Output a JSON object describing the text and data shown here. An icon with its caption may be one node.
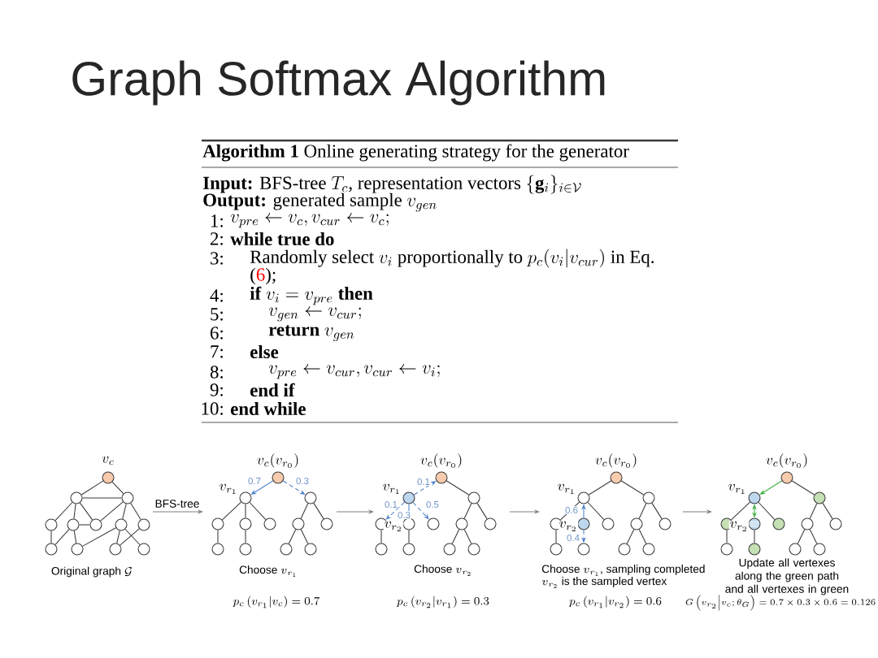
{
  "diagram": {
    "title": "Graph Softmax Algorithm",
    "nodes": [
      {
        "text": [],
        "shape": "circle",
        "beside": [
          "v_c"
        ]
      },
      {
        "text": [],
        "shape": "circle"
      },
      {
        "text": [],
        "shape": "circle"
      },
      {
        "text": [],
        "shape": "circle"
      },
      {
        "text": [],
        "shape": "circle"
      },
      {
        "text": [],
        "shape": "circle"
      },
      {
        "text": [],
        "shape": "circle"
      },
      {
        "text": [],
        "shape": "circle"
      },
      {
        "text": [],
        "shape": "circle"
      },
      {
        "text": [],
        "shape": "circle"
      },
      {
        "text": [],
        "shape": "circle"
      },
      {
        "text": [],
        "shape": "circle"
      },
      {
        "text": [],
        "shape": "circle",
        "beside": [
          "v_c(v_{r_0})"
        ]
      },
      {
        "text": [],
        "shape": "circle",
        "beside": [
          "v_{r_1}"
        ]
      },
      {
        "text": [],
        "shape": "circle"
      },
      {
        "text": [],
        "shape": "circle"
      },
      {
        "text": [],
        "shape": "circle"
      },
      {
        "text": [],
        "shape": "circle"
      },
      {
        "text": [],
        "shape": "circle"
      },
      {
        "text": [],
        "shape": "circle"
      },
      {
        "text": [],
        "shape": "circle"
      },
      {
        "text": [],
        "shape": "circle"
      },
      {
        "text": [],
        "shape": "circle"
      },
      {
        "text": [],
        "shape": "circle"
      },
      {
        "text": [],
        "shape": "circle",
        "beside": [
          "v_c(v_{r_0})"
        ]
      },
      {
        "text": [],
        "shape": "circle",
        "beside": [
          "v_{r_1}"
        ]
      },
      {
        "text": [],
        "shape": "circle"
      },
      {
        "text": [],
        "shape": "circle"
      },
      {
        "text": [],
        "shape": "circle",
        "beside": [
          "v_{r_2}"
        ]
      },
      {
        "text": [],
        "shape": "circle"
      },
      {
        "text": [],
        "shape": "circle"
      },
      {
        "text": [],
        "shape": "circle"
      },
      {
        "text": [],
        "shape": "circle"
      },
      {
        "text": [],
        "shape": "circle"
      },
      {
        "text": [],
        "shape": "circle"
      },
      {
        "text": [],
        "shape": "circle"
      },
      {
        "text": [],
        "shape": "circle",
        "beside": [
          "v_c(v_{r_0})"
        ]
      },
      {
        "text": [],
        "shape": "circle",
        "beside": [
          "v_{r_1}"
        ]
      },
      {
        "text": [],
        "shape": "circle"
      },
      {
        "text": [],
        "shape": "circle"
      },
      {
        "text": [],
        "shape": "circle",
        "beside": [
          "v_{r_2}"
        ]
      },
      {
        "text": [],
        "shape": "circle"
      },
      {
        "text": [],
        "shape": "circle"
      },
      {
        "text": [],
        "shape": "circle"
      },
      {
        "text": [],
        "shape": "circle"
      },
      {
        "text": [],
        "shape": "circle"
      },
      {
        "text": [],
        "shape": "circle"
      },
      {
        "text": [],
        "shape": "circle"
      },
      {
        "text": [],
        "shape": "circle",
        "beside": [
          "v_c(v_{r_0})"
        ]
      },
      {
        "text": [],
        "shape": "circle",
        "beside": [
          "v_{r_1}"
        ]
      },
      {
        "text": [],
        "shape": "circle"
      },
      {
        "text": [],
        "shape": "circle"
      },
      {
        "text": [],
        "shape": "circle",
        "beside": [
          "v_{r_2}"
        ]
      },
      {
        "text": [],
        "shape": "circle"
      },
      {
        "text": [],
        "shape": "circle"
      },
      {
        "text": [],
        "shape": "circle"
      },
      {
        "text": [],
        "shape": "circle"
      },
      {
        "text": [],
        "shape": "circle"
      },
      {
        "text": [],
        "shape": "circle"
      },
      {
        "text": [],
        "shape": "circle"
      }
    ],
    "edges": [
      {
        "from": 0,
        "to": 1,
        "arrow": "none"
      },
      {
        "from": 0,
        "to": 2,
        "arrow": "none"
      },
      {
        "from": 1,
        "to": 2,
        "arrow": "none"
      },
      {
        "from": 1,
        "to": 3,
        "arrow": "none"
      },
      {
        "from": 1,
        "to": 4,
        "arrow": "none"
      },
      {
        "from": 1,
        "to": 5,
        "arrow": "none"
      },
      {
        "from": 4,
        "to": 5,
        "arrow": "none"
      },
      {
        "from": 2,
        "to": 5,
        "arrow": "none"
      },
      {
        "from": 2,
        "to": 6,
        "arrow": "none"
      },
      {
        "from": 2,
        "to": 7,
        "arrow": "none"
      },
      {
        "from": 3,
        "to": 8,
        "arrow": "none"
      },
      {
        "from": 4,
        "to": 8,
        "arrow": "none"
      },
      {
        "from": 4,
        "to": 9,
        "arrow": "none"
      },
      {
        "from": 9,
        "to": 6,
        "arrow": "none"
      },
      {
        "from": 6,
        "to": 10,
        "arrow": "none"
      },
      {
        "from": 6,
        "to": 11,
        "arrow": "none"
      },
      {
        "from": 7,
        "to": 10,
        "arrow": "none"
      },
      {
        "from": 12,
        "to": 13,
        "arrow": "to",
        "label": "0.7",
        "color": "#4f81c7"
      },
      {
        "from": 12,
        "to": 14,
        "arrow": "to",
        "label": "0.3",
        "style": "dashed",
        "color": "#4f81c7"
      },
      {
        "from": 13,
        "to": 15,
        "arrow": "none"
      },
      {
        "from": 13,
        "to": 16,
        "arrow": "none"
      },
      {
        "from": 13,
        "to": 17,
        "arrow": "none"
      },
      {
        "from": 14,
        "to": 18,
        "arrow": "none"
      },
      {
        "from": 14,
        "to": 19,
        "arrow": "none"
      },
      {
        "from": 15,
        "to": 20,
        "arrow": "none"
      },
      {
        "from": 16,
        "to": 21,
        "arrow": "none"
      },
      {
        "from": 18,
        "to": 22,
        "arrow": "none"
      },
      {
        "from": 18,
        "to": 23,
        "arrow": "none"
      },
      {
        "from": 25,
        "to": 24,
        "arrow": "to",
        "label": "0.1",
        "style": "dashed",
        "color": "#4f81c7"
      },
      {
        "from": 24,
        "to": 26,
        "arrow": "none"
      },
      {
        "from": 25,
        "to": 27,
        "arrow": "to",
        "label": "0.1",
        "style": "dashed",
        "color": "#4f81c7"
      },
      {
        "from": 25,
        "to": 28,
        "arrow": "to",
        "label": "0.3",
        "color": "#4f81c7"
      },
      {
        "from": 25,
        "to": 29,
        "arrow": "to",
        "label": "0.5",
        "style": "dashed",
        "color": "#4f81c7"
      },
      {
        "from": 26,
        "to": 30,
        "arrow": "none"
      },
      {
        "from": 26,
        "to": 31,
        "arrow": "none"
      },
      {
        "from": 27,
        "to": 32,
        "arrow": "none"
      },
      {
        "from": 28,
        "to": 33,
        "arrow": "none"
      },
      {
        "from": 30,
        "to": 34,
        "arrow": "none"
      },
      {
        "from": 30,
        "to": 35,
        "arrow": "none"
      },
      {
        "from": 36,
        "to": 37,
        "arrow": "none"
      },
      {
        "from": 36,
        "to": 38,
        "arrow": "none"
      },
      {
        "from": 37,
        "to": 39,
        "arrow": "none"
      },
      {
        "from": 40,
        "to": 37,
        "arrow": "to",
        "label": "0.6",
        "color": "#4f81c7"
      },
      {
        "from": 37,
        "to": 41,
        "arrow": "none"
      },
      {
        "from": 38,
        "to": 42,
        "arrow": "none"
      },
      {
        "from": 38,
        "to": 43,
        "arrow": "none"
      },
      {
        "from": 39,
        "to": 44,
        "arrow": "none"
      },
      {
        "from": 40,
        "to": 45,
        "arrow": "to",
        "label": "0.4",
        "style": "dashed",
        "color": "#4f81c7"
      },
      {
        "from": 42,
        "to": 46,
        "arrow": "none"
      },
      {
        "from": 42,
        "to": 47,
        "arrow": "none"
      },
      {
        "from": 48,
        "to": 49,
        "arrow": "to",
        "color": "#3fae3f"
      },
      {
        "from": 48,
        "to": 50,
        "arrow": "none"
      },
      {
        "from": 49,
        "to": 51,
        "arrow": "none"
      },
      {
        "from": 49,
        "to": 52,
        "arrow": "both",
        "color": "#3fae3f"
      },
      {
        "from": 49,
        "to": 53,
        "arrow": "none"
      },
      {
        "from": 50,
        "to": 54,
        "arrow": "none"
      },
      {
        "from": 50,
        "to": 55,
        "arrow": "none"
      },
      {
        "from": 51,
        "to": 56,
        "arrow": "none"
      },
      {
        "from": 52,
        "to": 57,
        "arrow": "none"
      },
      {
        "from": 54,
        "to": 58,
        "arrow": "none"
      },
      {
        "from": 54,
        "to": 59,
        "arrow": "none"
      }
    ],
    "labels": [
      "**Algorithm 1** Online generating strategy for the generator",
      "\\text{\\textbf{Input:} BFS-tree } T_c\\text{, representation vectors } \\{\\mathbf{g}_i\\}_{i\\in\\mathcal{V}}",
      "\\text{\\textbf{Output:} generated sample } v_{gen}",
      "1:",
      "v_{pre} \\leftarrow v_c, v_{cur} \\leftarrow v_c;",
      "2:",
      "while true do",
      "3:",
      "\\text{Randomly select } v_i \\text{ proportionally to } p_c(v_i|v_{cur}) \\text{ in Eq.}",
      "\\text{(}{\\color{red}\\text{6}}\\text{);}",
      "4:",
      "\\text{\\textbf{if} } v_i = v_{pre} \\text{ \\textbf{then}}",
      "5:",
      "v_{gen} \\leftarrow v_{cur};",
      "6:",
      "\\text{\\textbf{return} } v_{gen}",
      "7:",
      "else",
      "8:",
      "v_{pre} \\leftarrow v_{cur}, v_{cur} \\leftarrow v_i;",
      "9:",
      "end if",
      "10:",
      "end while",
      "BFS-tree",
      "\\text{Original graph } \\mathcal{G}",
      "\\text{Choose } v_{r_1}",
      "\\text{Choose } v_{r_2}",
      "\\text{Choose } v_{r_1}\\text{, sampling completed}",
      "v_{r_2}\\text{ is the sampled vertex}",
      "Update all vertexes along the green path and all vertexes in green",
      "p_c\\left(v_{r_1}\\middle|v_c\\right) = 0.7",
      "p_c\\left(v_{r_2}\\middle|v_{r_1}\\right) = 0.3",
      "p_c\\left(v_{r_1}\\middle|v_{r_2}\\right) = 0.6",
      "G\\left(v_{r_2}\\middle|v_c;\\theta_G\\right) = 0.7 \\times 0.3 \\times 0.6 = 0.126"
    ]
  }
}
